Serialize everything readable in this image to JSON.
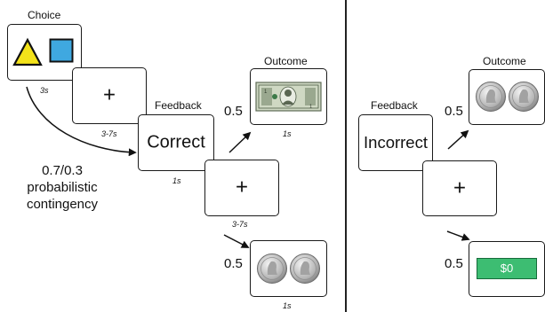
{
  "choice": {
    "title": "Choice",
    "duration": "3s",
    "shapes": [
      "yellow-triangle",
      "blue-square"
    ],
    "colors": {
      "triangle": "#f3e21a",
      "square": "#3fa8e0"
    }
  },
  "fixation1": {
    "symbol": "+",
    "duration": "3-7s"
  },
  "contingency": {
    "line1": "0.7/0.3",
    "line2": "probabilistic",
    "line3": "contingency"
  },
  "feedback_correct": {
    "title": "Feedback",
    "text": "Correct",
    "duration": "1s"
  },
  "fixation2": {
    "symbol": "+",
    "duration": "3-7s"
  },
  "outcome_top_left": {
    "title": "Outcome",
    "probability": "0.5",
    "image": "dollar-bill",
    "duration": "1s"
  },
  "outcome_bottom_left": {
    "probability": "0.5",
    "image": "two-quarters",
    "duration": "1s"
  },
  "feedback_incorrect": {
    "title": "Feedback",
    "text": "Incorrect"
  },
  "fixation3": {
    "symbol": "+"
  },
  "outcome_top_right": {
    "title": "Outcome",
    "probability": "0.5",
    "image": "two-quarters"
  },
  "outcome_bottom_right": {
    "probability": "0.5",
    "value": "$0",
    "colors": {
      "fill": "#3dbd72",
      "border": "#166b3a"
    }
  }
}
